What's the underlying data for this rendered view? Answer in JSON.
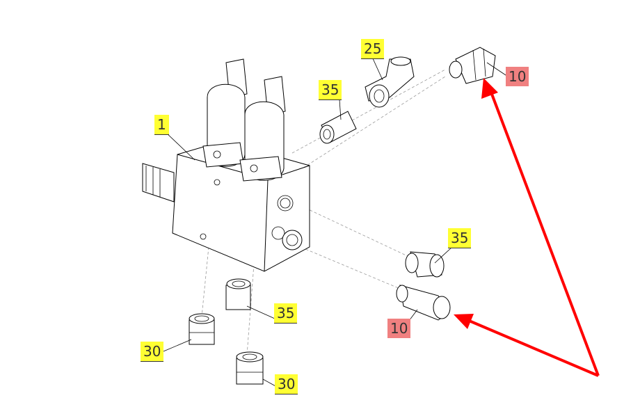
{
  "callouts": {
    "c1": "1",
    "c25": "25",
    "c35_top": "35",
    "c10_top": "10",
    "c35_right": "35",
    "c10_bottom": "10",
    "c35_bottom": "35",
    "c30_left": "30",
    "c30_bottom": "30"
  },
  "colors": {
    "callout_yellow": "#ffff33",
    "callout_red": "#f08080",
    "arrow": "#ff0000"
  }
}
